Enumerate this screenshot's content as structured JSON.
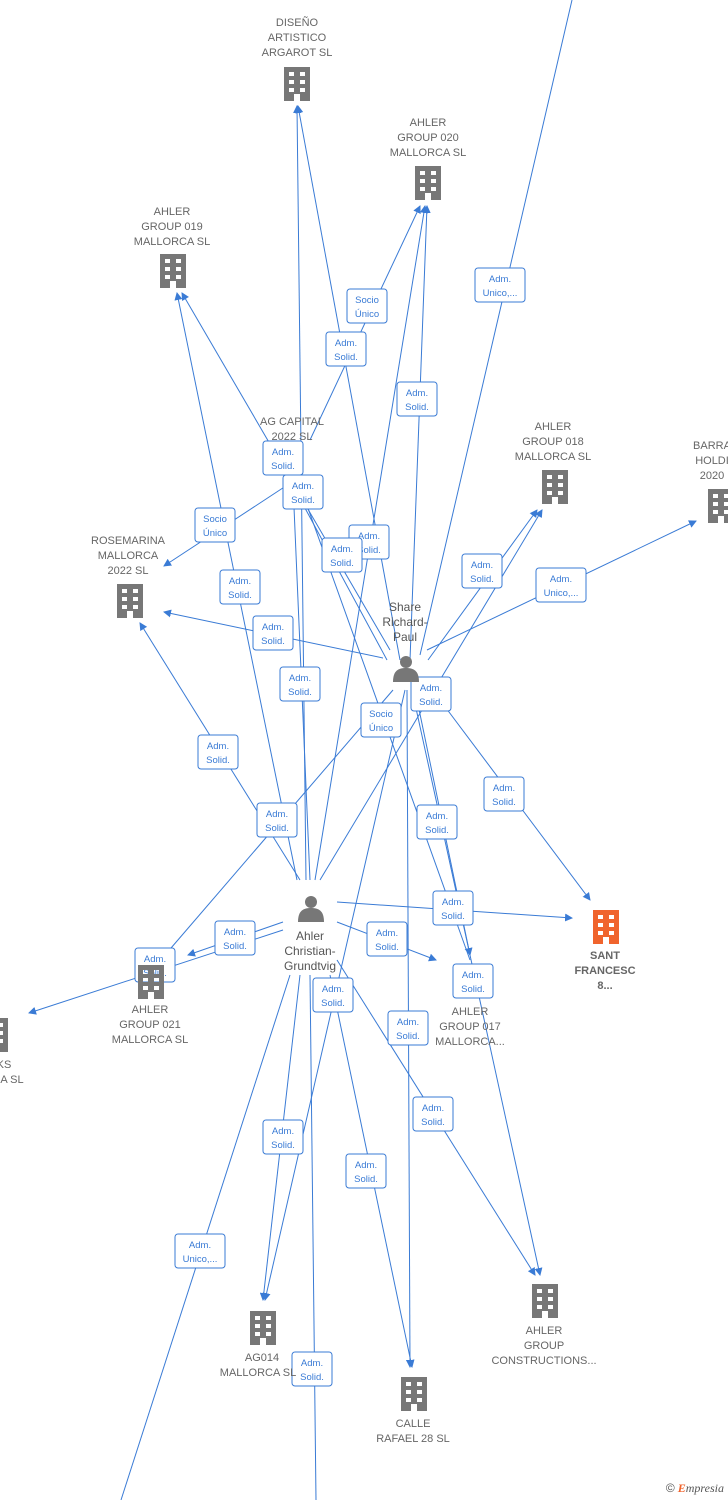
{
  "companies": [
    {
      "id": "diseno",
      "lines": [
        "DISEÑO",
        "ARTISTICO",
        "ARGAROT  SL"
      ]
    },
    {
      "id": "g020",
      "lines": [
        "AHLER",
        "GROUP 020",
        "MALLORCA  SL"
      ]
    },
    {
      "id": "g019",
      "lines": [
        "AHLER",
        "GROUP 019",
        "MALLORCA  SL"
      ]
    },
    {
      "id": "agcap",
      "lines": [
        "AG CAPITAL",
        "2022  SL"
      ]
    },
    {
      "id": "g018",
      "lines": [
        "AHLER",
        "GROUP 018",
        "MALLORCA  SL"
      ]
    },
    {
      "id": "barra",
      "lines": [
        "BARRA",
        "HOLDI",
        "2020"
      ]
    },
    {
      "id": "rose",
      "lines": [
        "ROSEMARINA",
        "MALLORCA",
        "2022  SL"
      ]
    },
    {
      "id": "sant",
      "lines": [
        "SANT",
        "FRANCESC",
        "8..."
      ],
      "main": true
    },
    {
      "id": "g021",
      "lines": [
        "AHLER",
        "GROUP 021",
        "MALLORCA  SL"
      ]
    },
    {
      "id": "g017",
      "lines": [
        "AHLER",
        "GROUP 017",
        "MALLORCA..."
      ]
    },
    {
      "id": "ks",
      "lines": [
        "KS",
        "CA  SL"
      ]
    },
    {
      "id": "ag014",
      "lines": [
        "AG014",
        "MALLORCA  SL"
      ]
    },
    {
      "id": "gconst",
      "lines": [
        "AHLER",
        "GROUP",
        "CONSTRUCTIONS..."
      ]
    },
    {
      "id": "calle",
      "lines": [
        "CALLE",
        "RAFAEL 28  SL"
      ]
    }
  ],
  "persons": [
    {
      "id": "share",
      "lines": [
        "Share",
        "Richard-",
        "Paul"
      ]
    },
    {
      "id": "ahler",
      "lines": [
        "Ahler",
        "Christian-",
        "Grundtvig"
      ]
    }
  ],
  "edge_labels": [
    [
      "Adm.",
      "Unico,..."
    ],
    [
      "Socio",
      "Único"
    ],
    [
      "Adm.",
      "Solid."
    ],
    [
      "Adm.",
      "Solid."
    ],
    [
      "Adm.",
      "Solid."
    ],
    [
      "Adm.",
      "Solid."
    ],
    [
      "Adm.",
      "Solid."
    ],
    [
      "Socio",
      "Único"
    ],
    [
      "Adm.",
      "Solid."
    ],
    [
      "Adm.",
      "Solid."
    ],
    [
      "Adm.",
      "Solid."
    ],
    [
      "Adm.",
      "Unico,..."
    ],
    [
      "Adm.",
      "Solid."
    ],
    [
      "Adm.",
      "Solid."
    ],
    [
      "Adm.",
      "Solid."
    ],
    [
      "Adm.",
      "Solid."
    ],
    [
      "Socio",
      "Único"
    ],
    [
      "Adm.",
      "Solid."
    ],
    [
      "Adm.",
      "Solid."
    ],
    [
      "Adm.",
      "Solid."
    ],
    [
      "Adm.",
      "Solid."
    ],
    [
      "Adm.",
      "Solid."
    ],
    [
      "Adm.",
      "Solid."
    ],
    [
      "Adm.",
      "Solid."
    ],
    [
      "Adm.",
      "Solid."
    ],
    [
      "Adm.",
      "Solid."
    ],
    [
      "Adm.",
      "Solid."
    ],
    [
      "Adm.",
      "Solid."
    ],
    [
      "Adm.",
      "Solid."
    ],
    [
      "Adm.",
      "Solid."
    ],
    [
      "Adm.",
      "Unico,..."
    ],
    [
      "Adm.",
      "Solid."
    ]
  ],
  "copyright": {
    "symbol": "©",
    "brand_e": "E",
    "brand_rest": "mpresia"
  },
  "colors": {
    "edge": "#3a7bd5",
    "node": "#777777",
    "main_node": "#f0642d"
  }
}
